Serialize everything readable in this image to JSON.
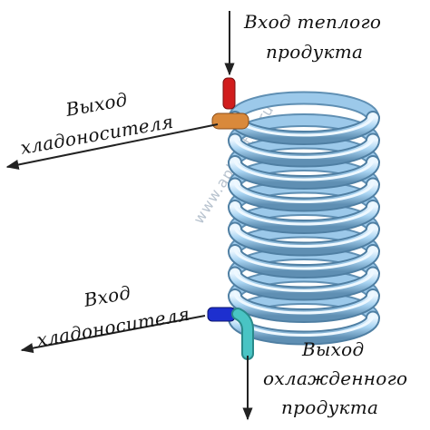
{
  "labels": {
    "warm_in_line1": "Вход теплого",
    "warm_in_line2": "продукта",
    "coolant_out_line1": "Выход",
    "coolant_out_line2": "хладоносителя",
    "coolant_in_line1": "Вход",
    "coolant_in_line2": "хладоносителя",
    "cooled_out_line1": "Выход",
    "cooled_out_line2": "охлажденного",
    "cooled_out_line3": "продукта"
  },
  "watermark": "www.apk-inter.ru",
  "colors": {
    "coil": "#a9d4f2",
    "coil_highlight": "#e9f6ff",
    "coil_shadow": "#5f8fb3",
    "warm_inlet_pipe": "#d11c1c",
    "coolant_outlet_pipe": "#d9893b",
    "coolant_inlet_pipe": "#1d2fcf",
    "cooled_outlet_pipe": "#49c4c4",
    "arrow": "#222222",
    "text": "#111111"
  },
  "icons": [
    "arrow-down-icon",
    "arrow-left-icon"
  ]
}
